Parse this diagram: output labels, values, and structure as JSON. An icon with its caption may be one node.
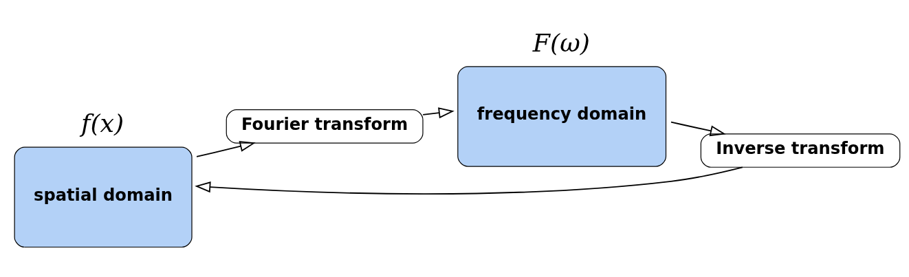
{
  "diagram": {
    "nodes": [
      {
        "text": [
          "spatial domain"
        ],
        "beside": [
          "f(x)"
        ]
      },
      {
        "text": [
          "Fourier transform"
        ]
      },
      {
        "text": [
          "frequency domain"
        ],
        "beside": [
          "F(ω)"
        ]
      },
      {
        "text": [
          "Inverse transform"
        ]
      }
    ],
    "edges": [
      {
        "from": 0,
        "to": 1,
        "arrow": "to"
      },
      {
        "from": 1,
        "to": 2,
        "arrow": "to"
      },
      {
        "from": 2,
        "to": 3,
        "arrow": "to"
      },
      {
        "from": 3,
        "to": 0,
        "arrow": "to"
      }
    ]
  }
}
